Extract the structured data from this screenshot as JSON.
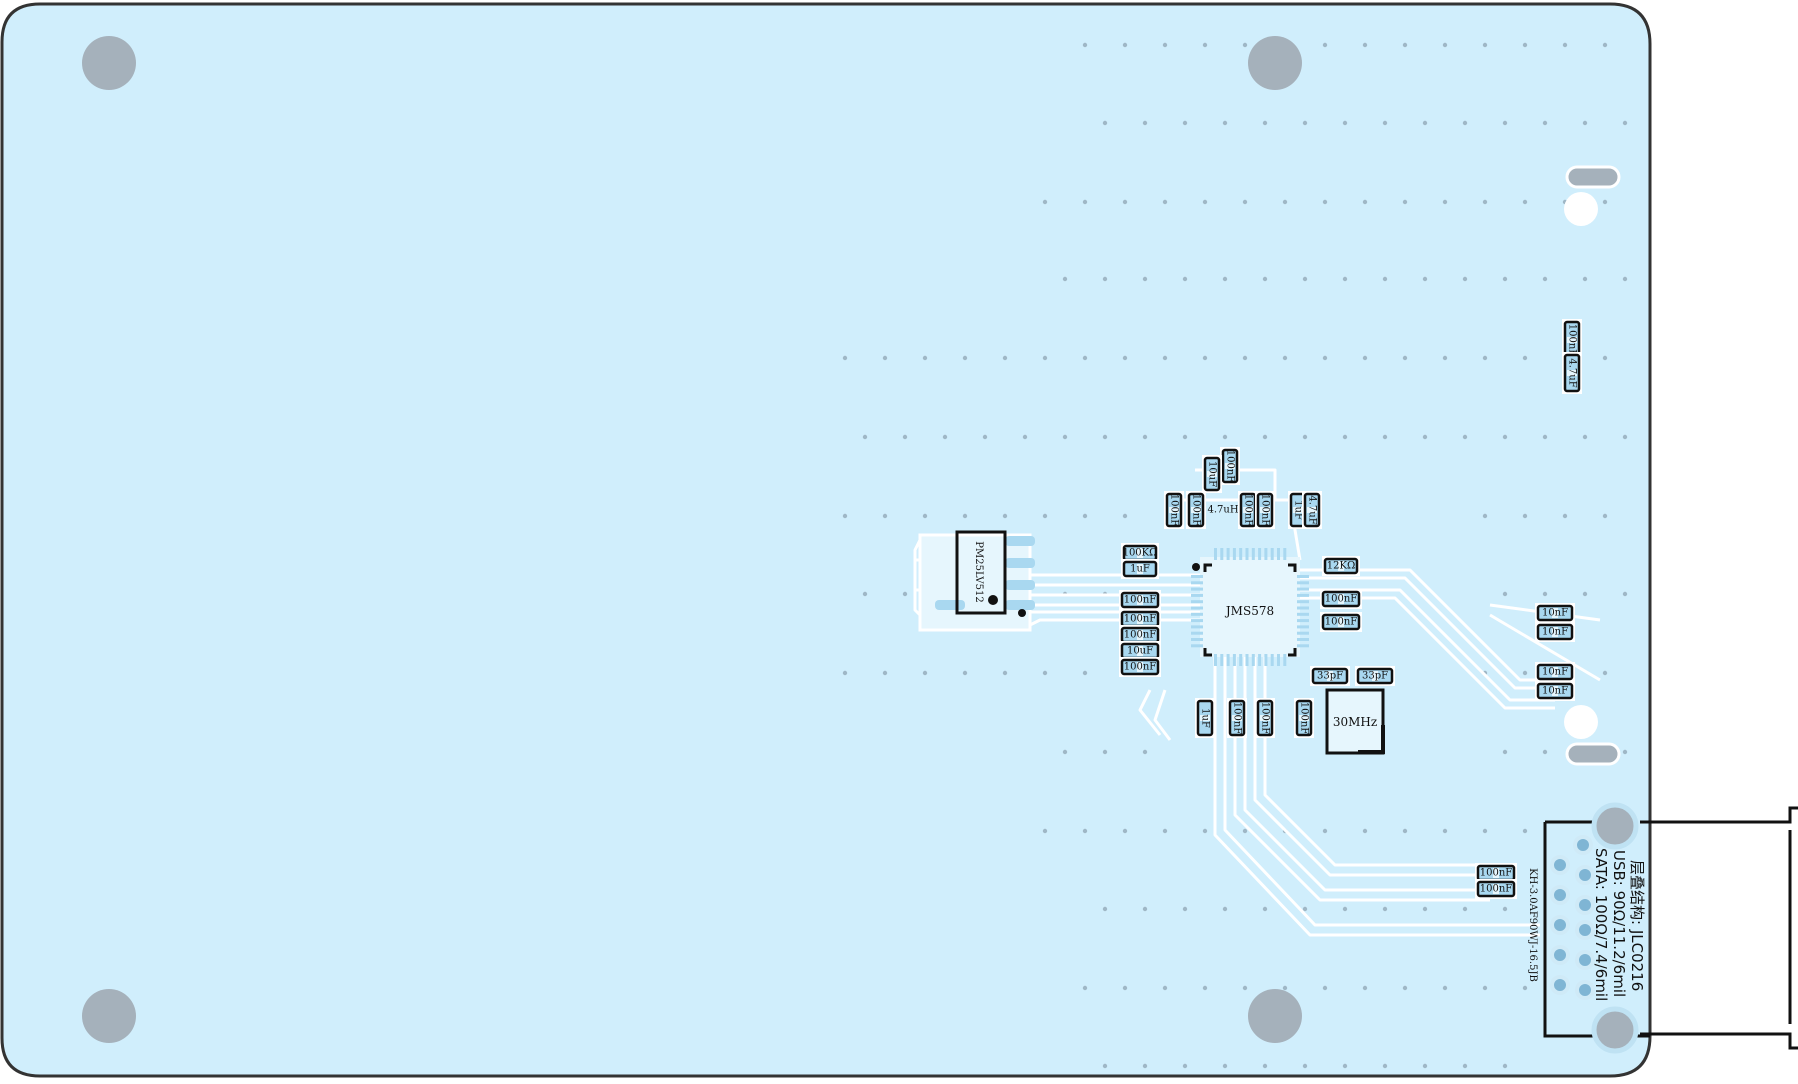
{
  "board": {
    "colors": {
      "board_fill": "#d0eefc",
      "board_edge": "#333333",
      "trace": "#ffffff",
      "trace_halo": "#b9e2f5",
      "hole": "#a5b1bb",
      "pad": "#a9d8f0",
      "silkscreen": "#111111"
    }
  },
  "chips": {
    "controller": "JMS578",
    "flash": "PM25LV512",
    "crystal": "30MHz",
    "connector": "KH-3.0AF90WJ-16.5JB"
  },
  "stackup": {
    "line1": "层叠结构: JLC0216",
    "line2": "USB: 90Ω/11.2/6mil",
    "line3": "SATA: 100Ω/7.4/6mil"
  },
  "components": {
    "top_right_a": "100nF",
    "top_right_b": "4.7uF",
    "c_top_1": "100nF",
    "c_top_2": "10uF",
    "c_row_1": "100nF",
    "c_row_2": "100nF",
    "c_row_3": "4.7uH",
    "c_row_4": "100nF",
    "c_row_5": "100nF",
    "c_row_6": "1uF",
    "c_row_7": "4.7uF",
    "r_left_1": "100KΩ",
    "c_left_1": "1uF",
    "c_left_2": "100nF",
    "c_left_3": "100nF",
    "c_left_4": "100nF",
    "c_left_5": "10uF",
    "c_left_6": "100nF",
    "r_right_1": "12KΩ",
    "c_right_1": "100nF",
    "c_right_2": "100nF",
    "c_xtal_1": "33pF",
    "c_xtal_2": "33pF",
    "c_bot_1": "1uF",
    "c_bot_2": "100nF",
    "c_bot_3": "100nF",
    "c_bot_4": "100nF",
    "c_sata_1": "10nF",
    "c_sata_2": "10nF",
    "c_sata_3": "10nF",
    "c_sata_4": "10nF",
    "c_usb_1": "100nF",
    "c_usb_2": "100nF"
  }
}
